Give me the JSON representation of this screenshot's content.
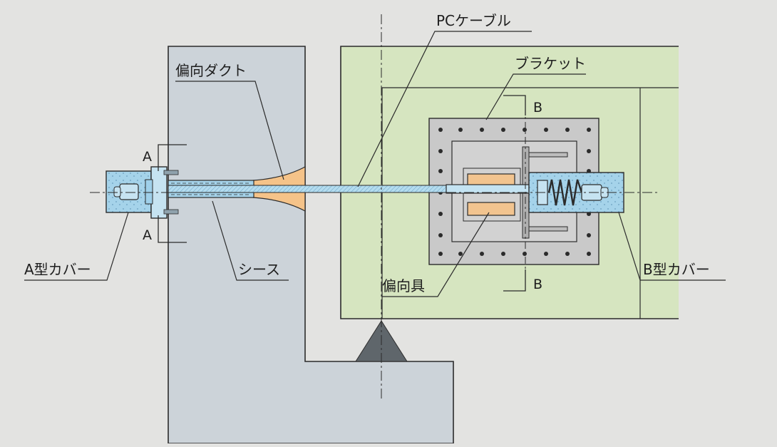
{
  "diagram": {
    "labels": {
      "pc_cable": "PCケーブル",
      "deflection_duct": "偏向ダクト",
      "bracket": "ブラケット",
      "sheath": "シース",
      "a_cover": "A型カバー",
      "b_cover": "B型カバー",
      "deflector": "偏向具"
    },
    "section_marks": {
      "a_top": "A",
      "a_bottom": "A",
      "b_top": "B",
      "b_bottom": "B"
    }
  },
  "colors": {
    "background": "#e3e3e1",
    "pier_concrete": "#ccd3d9",
    "girder_green": "#d6e5c0",
    "bracket_plate": "#c9c9c9",
    "cover_blue": "#a5d3ea",
    "duct_orange": "#f5c389",
    "deflector_orange": "#f2c48f"
  }
}
